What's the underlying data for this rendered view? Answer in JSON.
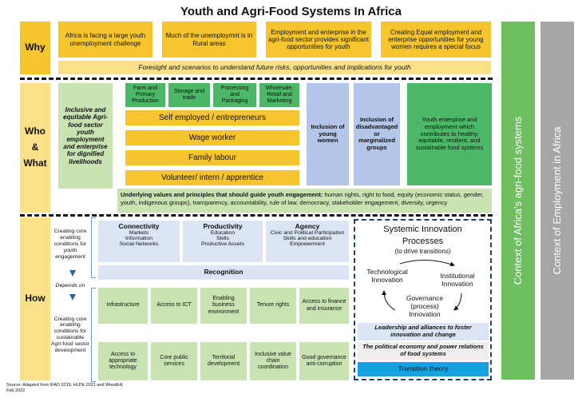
{
  "title": "Youth and Agri-Food Systems In Africa",
  "why": {
    "label": "Why",
    "boxes": [
      "Africa is facing a large youth unemployment challenge",
      "Much of the unemploymnt is in Rural areas",
      "Employment and enterprise in the agri-food sector provides significant opportunities for youth",
      "Creating Equal employment and enterprise opportunities for young women requires a special focus"
    ],
    "foresight": "Foresight and scenarios to understand future risks, opportunities and implications for youth"
  },
  "whowhat": {
    "label_who": "Who",
    "label_amp": "&",
    "label_what": "What",
    "inclusive": "Inclusive and equitable Agri-food sector youth employment and enterprise for dignified livelihoods",
    "chain": [
      "Farm and Primary Production",
      "Storage and trade",
      "Processing and Packaging",
      "Wholesale, Retail and Marketing"
    ],
    "roles": [
      "Self employed / entrepreneurs",
      "Wage worker",
      "Family labour",
      "Volunteer/ intern / apprentice"
    ],
    "young_women": "Inclusion of young women",
    "disadvantaged": "Inclusion of disadvantaged or marginalized groups",
    "youth_enterprise": "Youth enterprise and employment which contributes to healthy, equitable, resilient, and sustainable food systems",
    "values_bold": "Underlying values and principles that should guide youth engagement:",
    "values_text": " human rights, right to food, equity (economic status, gender, youth, indigenous groups), transparency, accountability, rule of law, democracy, stakeholder engagement, diversity, urgency"
  },
  "how": {
    "label": "How",
    "core_youth": "Creating core enabling conditions for youth engagement",
    "depends": "Depends on",
    "core_agri": "Creating core enabling conditions for sustainable Agri-food sector development",
    "connectivity": {
      "title": "Connectivity",
      "items": [
        "Markets",
        "Information",
        "Social Networks"
      ]
    },
    "productivity": {
      "title": "Productivity",
      "items": [
        "Education",
        "Skills",
        "Productive Assets"
      ]
    },
    "agency": {
      "title": "Agency",
      "items": [
        "Civic and Political Participation",
        "Skills and education",
        "Empowerment"
      ]
    },
    "recognition": "Recognition",
    "row1": [
      "Infrastructure",
      "Access to ICT",
      "Enabling business environment",
      "Tenure rights",
      "Access to finance and insurance"
    ],
    "row2": [
      "Access to appropriate technology",
      "Core public services",
      "Territorial development",
      "Inclusive value chain coordination",
      "Good governance anti-corruption"
    ]
  },
  "systemic": {
    "title_line1": "Systemic Innovation",
    "title_line2": "Processes",
    "subtitle": "(to drive transitions)",
    "technological": "Technological Innovation",
    "institutional": "Institutional Innovation",
    "governance": "Governance (process) Innovation",
    "leadership": "Leadership and alliances to foster innovation and change",
    "political": "The political economy and power relations of food systems",
    "transition": "Transition theory"
  },
  "context_agrifood": "Context of Africa's agri-food systems",
  "context_employment": "Context of Employment in Africa",
  "source": "Source: Adapted from IFAD 2019, HLPE 2021 and Woodhill, Feb 2022"
}
